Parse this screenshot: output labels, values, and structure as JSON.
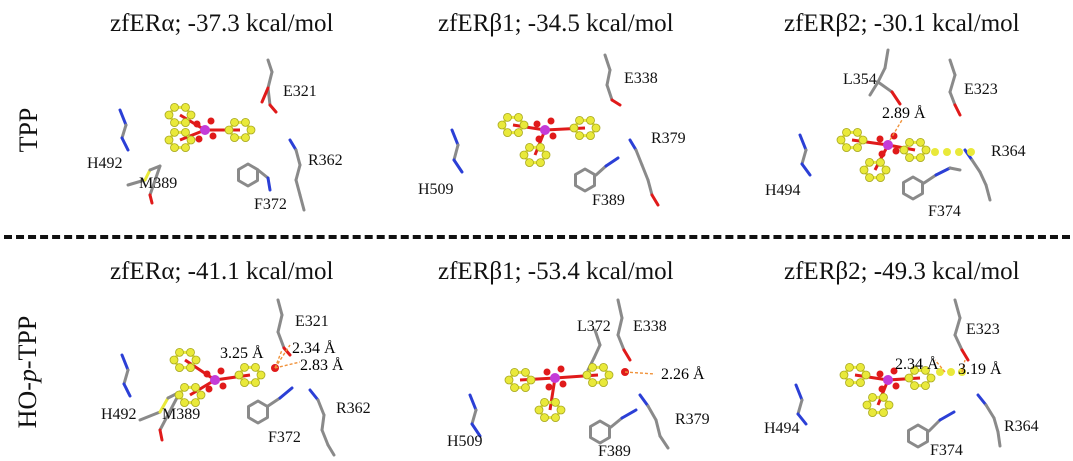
{
  "colors": {
    "carbon_protein": "#8a8a8a",
    "nitrogen": "#2b3fd6",
    "oxygen": "#e01a1a",
    "ligand_carbon": "#e9e93a",
    "phosphorus": "#c43bd8",
    "distance_label": "#f0923a",
    "hbond": "#f0923a"
  },
  "row_labels": {
    "top": "TPP",
    "bottom_prefix": "HO-",
    "bottom_italic": "p",
    "bottom_suffix": "-TPP"
  },
  "panels": [
    {
      "id": "tpp-alpha",
      "title": "zfERα;  -37.3 kcal/mol",
      "residues": [
        "E321",
        "H492",
        "R362",
        "M389",
        "F372"
      ],
      "distances": []
    },
    {
      "id": "tpp-beta1",
      "title": "zfERβ1; -34.5 kcal/mol",
      "residues": [
        "E338",
        "R379",
        "H509",
        "F389"
      ],
      "distances": []
    },
    {
      "id": "tpp-beta2",
      "title": "zfERβ2; -30.1 kcal/mol",
      "residues": [
        "L354",
        "E323",
        "R364",
        "H494",
        "F374"
      ],
      "distances": [
        "2.89 Å"
      ]
    },
    {
      "id": "ho-alpha",
      "title": "zfERα; -41.1 kcal/mol",
      "residues": [
        "E321",
        "H492",
        "M389",
        "R362",
        "F372"
      ],
      "distances": [
        "3.25 Å",
        "2.34 Å",
        "2.83 Å"
      ]
    },
    {
      "id": "ho-beta1",
      "title": "zfERβ1; -53.4 kcal/mol",
      "residues": [
        "L372",
        "E338",
        "R379",
        "H509",
        "F389"
      ],
      "distances": [
        "2.26 Å"
      ]
    },
    {
      "id": "ho-beta2",
      "title": "zfERβ2; -49.3 kcal/mol",
      "residues": [
        "E323",
        "H494",
        "R364",
        "F374"
      ],
      "distances": [
        "2.34 Å",
        "3.19 Å"
      ]
    }
  ]
}
